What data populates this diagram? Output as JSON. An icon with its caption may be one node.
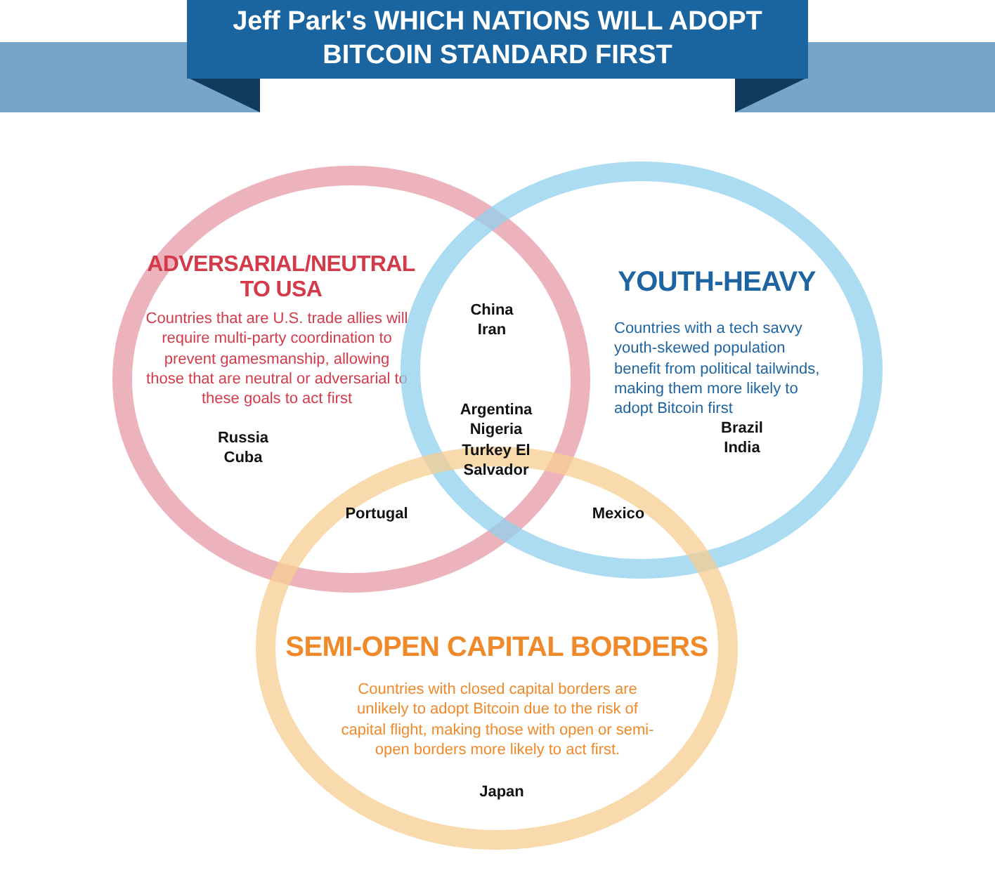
{
  "diagram": {
    "title": "Jeff Park's WHICH NATIONS WILL ADOPT BITCOIN STANDARD FIRST",
    "nodes": [
      {
        "text": [
          "ADVERSARIAL/NEUTRAL TO USA",
          "Countries that are  U.S. trade allies will require multi-party coordination to prevent gamesmanship, allowing those that are neutral or adversarial to these goals to act first"
        ]
      },
      {
        "text": [
          "YOUTH-HEAVY",
          "Countries with a tech savvy youth-skewed population benefit from political tailwinds, making them more likely to adopt Bitcoin first"
        ]
      },
      {
        "text": [
          "SEMI-OPEN CAPITAL BORDERS",
          "Countries with closed capital borders are unlikely to adopt Bitcoin due to the risk of capital flight, making those with open or semi-open borders more likely to act first."
        ]
      }
    ],
    "labels": [
      "China Iran",
      "Russia Cuba",
      "Argentina Nigeria Turkey El Salvador",
      "Brazil India",
      "Portugal",
      "Mexico",
      "Japan"
    ]
  }
}
